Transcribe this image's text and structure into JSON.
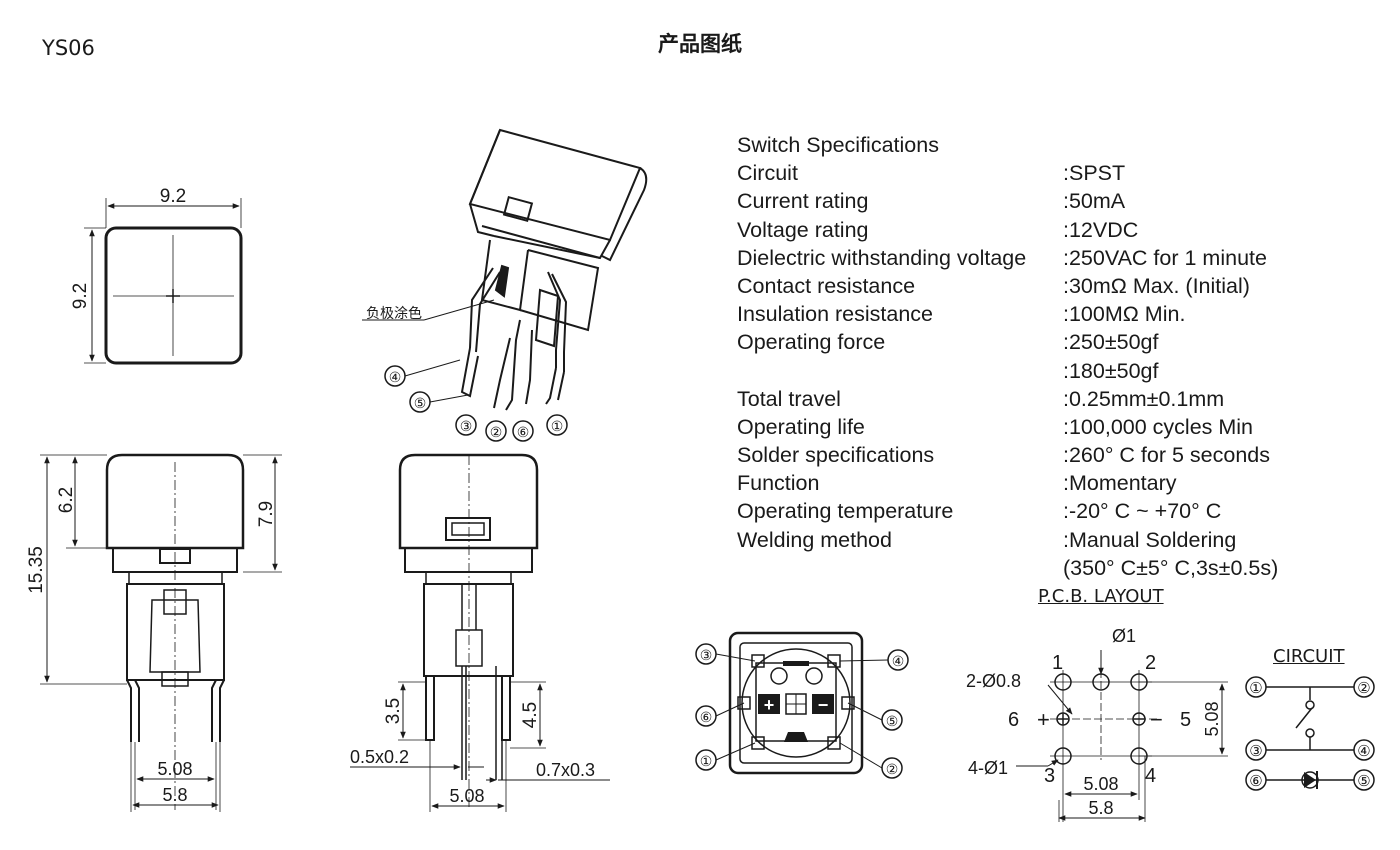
{
  "header": {
    "model": "YS06",
    "title": "产品图纸"
  },
  "specs": {
    "heading": "Switch Specifications",
    "rows": [
      {
        "name": "Circuit",
        "value": ":SPST"
      },
      {
        "name": "Current rating",
        "value": ":50mA"
      },
      {
        "name": "Voltage rating",
        "value": ":12VDC"
      },
      {
        "name": "Dielectric withstanding voltage",
        "value": ":250VAC for 1 minute"
      },
      {
        "name": "Contact resistance",
        "value": ":30mΩ  Max. (Initial)"
      },
      {
        "name": "Insulation resistance",
        "value": ":100MΩ  Min."
      },
      {
        "name": "Operating force",
        "value": ":250±50gf"
      },
      {
        "name": "",
        "value": ":180±50gf"
      },
      {
        "name": "Total travel",
        "value": ":0.25mm±0.1mm"
      },
      {
        "name": "Operating life",
        "value": ":100,000 cycles Min"
      },
      {
        "name": "Solder specifications",
        "value": ":260° C for 5 seconds"
      },
      {
        "name": "Function",
        "value": ":Momentary"
      },
      {
        "name": "Operating temperature",
        "value": ":-20° C ~ +70° C"
      },
      {
        "name": "Welding method",
        "value": ":Manual Soldering"
      },
      {
        "name": "",
        "value": "(350° C±5° C,3s±0.5s)"
      }
    ]
  },
  "top_view": {
    "width_dim": "9.2",
    "height_dim": "9.2"
  },
  "side_view": {
    "cap_height": "6.2",
    "total_height": "15.35",
    "body_height": "7.9",
    "pin_pitch": "5.08",
    "body_width": "5.8"
  },
  "front_view": {
    "pin_length_a": "3.5",
    "pin_length_b": "4.5",
    "pin_size_a": "0.5x0.2",
    "pin_size_b": "0.7x0.3",
    "pin_pitch": "5.08"
  },
  "iso_view": {
    "cathode_label": "负极涂色",
    "pins": [
      "④",
      "⑤",
      "③",
      "②",
      "⑥",
      "①"
    ]
  },
  "bottom_view": {
    "pins": [
      "③",
      "④",
      "⑥",
      "⑤",
      "①",
      "②"
    ],
    "plus": "+",
    "minus": "−"
  },
  "pcb_layout": {
    "title": "P.C.B. LAYOUT",
    "hole_small": "Ø1",
    "holes_a": "2-Ø0.8",
    "holes_b": "4-Ø1",
    "pin_1": "1",
    "pin_2": "2",
    "pin_3": "3",
    "pin_4": "4",
    "pin_5": "5",
    "pin_6": "6",
    "plus": "+",
    "minus": "−",
    "vertical_dim": "5.08",
    "pitch": "5.08",
    "width": "5.8"
  },
  "circuit": {
    "title": "CIRCUIT",
    "pins": [
      "①",
      "②",
      "③",
      "④",
      "⑥",
      "⑤"
    ]
  }
}
